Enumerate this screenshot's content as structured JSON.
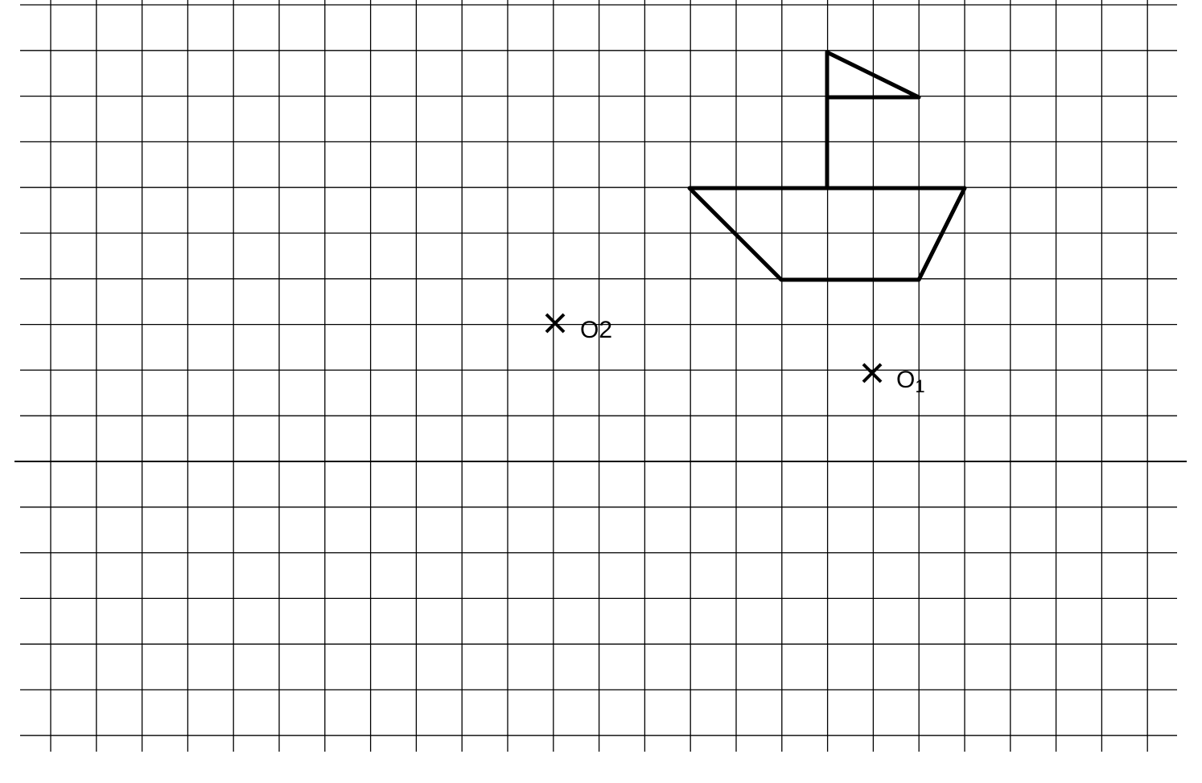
{
  "diagram": {
    "grid_color": "#000000",
    "background_color": "#ffffff",
    "figure": "boat-with-flag",
    "points": [
      {
        "id": "o2",
        "label": "O2",
        "subscript": ""
      },
      {
        "id": "o1",
        "label": "O",
        "subscript": "1"
      }
    ]
  }
}
